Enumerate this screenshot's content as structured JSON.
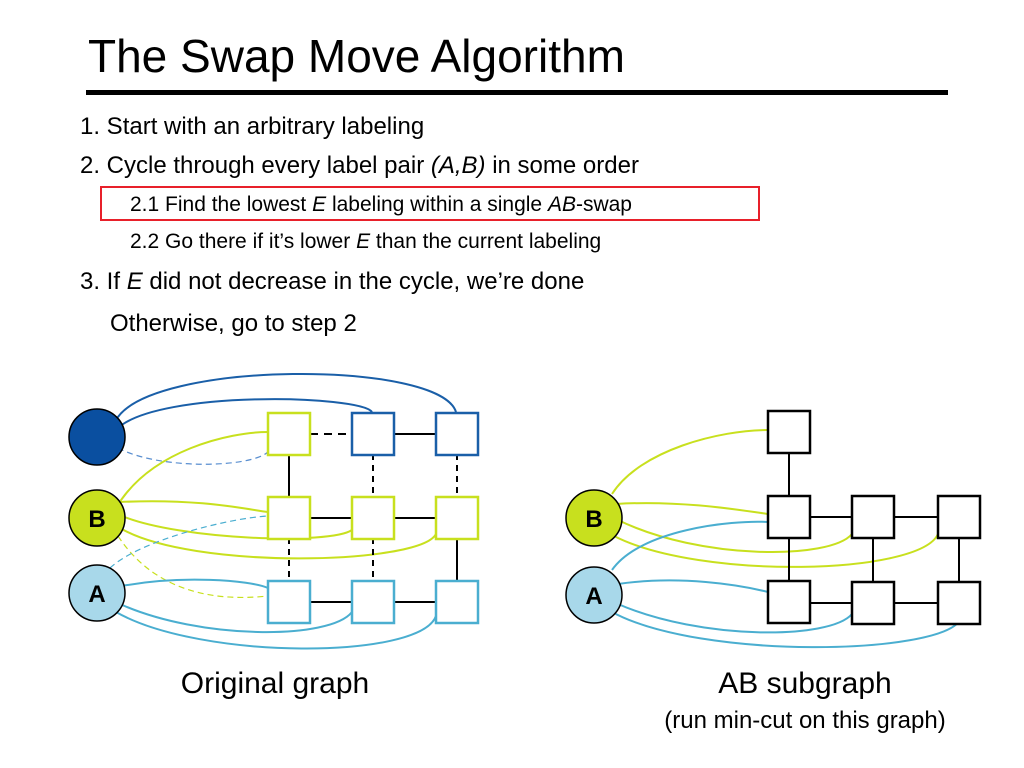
{
  "title": "The Swap Move Algorithm",
  "steps": {
    "s1": "1. Start with an arbitrary labeling",
    "s2_pre": "2. Cycle through every label pair ",
    "s2_em": "(A,B)",
    "s2_post": " in some order",
    "s21_pre": "2.1 Find the lowest ",
    "s21_e": "E",
    "s21_mid": " labeling within a single ",
    "s21_ab": "AB",
    "s21_post": "-swap",
    "s22_pre": "2.2 Go there if it’s lower ",
    "s22_e": "E",
    "s22_post": " than the current labeling",
    "s3_pre": "3. If ",
    "s3_e": "E",
    "s3_post": " did not decrease in the cycle, we’re done",
    "s3b": "Otherwise, go to step 2"
  },
  "left_graph": {
    "label_b": "B",
    "label_a": "A",
    "caption": "Original graph"
  },
  "right_graph": {
    "label_b": "B",
    "label_a": "A",
    "caption": "AB subgraph",
    "subcaption": "(run min-cut on this graph)"
  },
  "colors": {
    "highlight_box": "#e8202a",
    "label_dark_blue": "#0a4fa0",
    "label_b_green": "#c8e01e",
    "label_a_light_blue": "#a8d8ea",
    "edge_dark_blue": "#1a5fa8",
    "edge_green": "#c8e01e",
    "edge_light_blue": "#4aaed0"
  }
}
